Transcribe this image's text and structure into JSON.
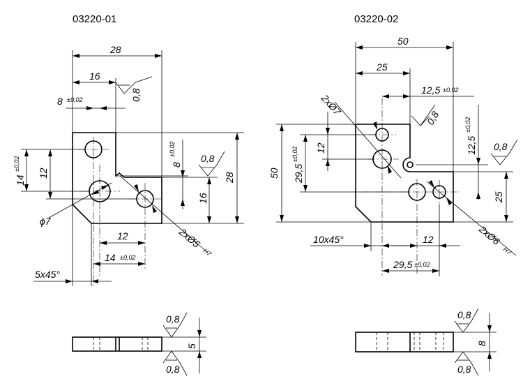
{
  "view_01": {
    "title": "03220-01",
    "dim_28_top": "28",
    "dim_16": "16",
    "dim_8": "8",
    "tol_8": "±0,02",
    "rough_top": "0,8",
    "dim_14": "14",
    "tol_14_left": "±0,02",
    "dim_12_vert": "12",
    "dim_phi7": "ϕ7",
    "dim_8_vert": "8",
    "tol_8_vert": "±0,02",
    "rough_right": "0,8",
    "dim_28_right": "28",
    "dim_16_vert": "16",
    "dim_2x5": "2xØ5",
    "fit_2x5": "H7",
    "dim_12_bottom": "12",
    "dim_14_bottom": "14",
    "tol_14_bottom": "±0,02",
    "dim_chamfer": "5x45°",
    "side_rough_top": "0,8",
    "side_rough_bottom": "0,8",
    "side_thickness": "5"
  },
  "view_02": {
    "title": "03220-02",
    "dim_50_top": "50",
    "dim_25_top": "25",
    "dim_12_5_top": "12,5",
    "tol_12_5_top": "±0,02",
    "dim_2x7": "2xØ7",
    "rough_top": "0,8",
    "dim_12_5_vert": "12,5",
    "tol_12_5_vert": "±0,02",
    "rough_right": "0,8",
    "dim_50_left": "50",
    "dim_29_5_vert": "29,5",
    "tol_29_5_vert": "±0,02",
    "dim_12_vert": "12",
    "dim_25_right": "25",
    "dim_2x6": "2xØ6",
    "fit_2x6": "H7",
    "dim_chamfer": "10x45°",
    "dim_12_bottom": "12",
    "dim_29_5_bottom": "29,5",
    "tol_29_5_bottom": "±0,02",
    "side_rough_top": "0,8",
    "side_rough_bottom": "0,8",
    "side_thickness": "8"
  }
}
